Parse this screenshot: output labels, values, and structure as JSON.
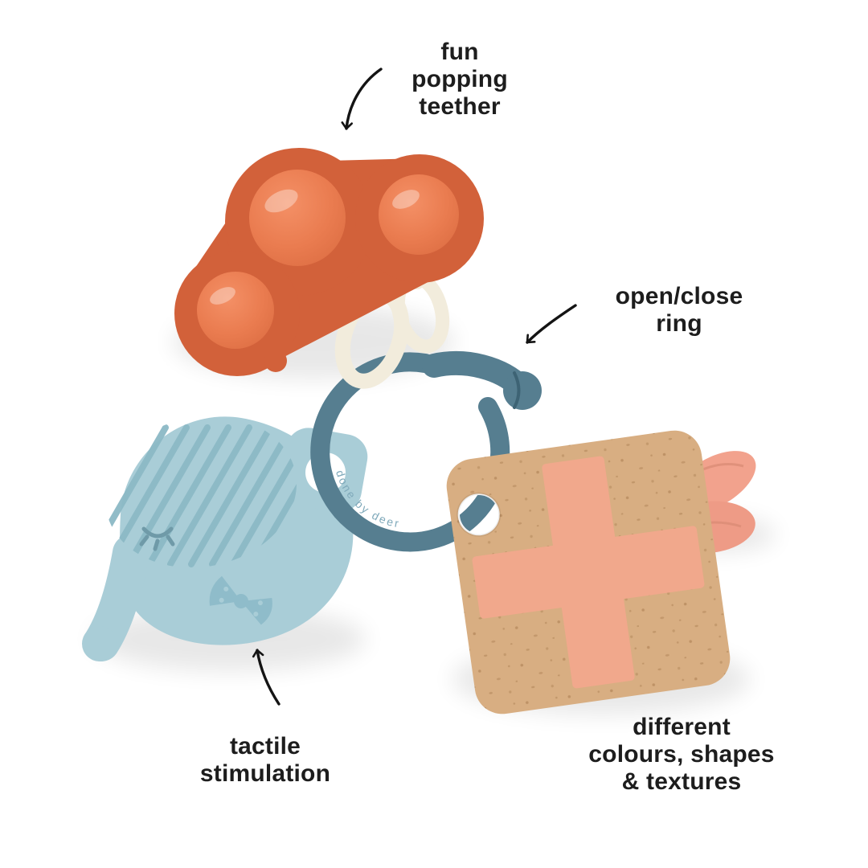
{
  "background_color": "#ffffff",
  "annotations": {
    "popping_teether": {
      "text": "fun\npopping\nteether"
    },
    "open_close_ring": {
      "text": "open/close\nring"
    },
    "tactile_stimulation": {
      "text": "tactile\nstimulation"
    },
    "different_textures": {
      "text": "different\ncolours, shapes\n& textures"
    }
  },
  "product": {
    "brand_embossed_text": "done by deer",
    "parts": [
      {
        "id": "popping-teether",
        "label": "fun popping teether",
        "color": "#d2613a"
      },
      {
        "id": "activity-ring",
        "label": "open/close ring",
        "color": "#567e90"
      },
      {
        "id": "elephant-teether",
        "label": "tactile stimulation",
        "color": "#a9cdd7"
      },
      {
        "id": "wooden-tile",
        "label": "different colours, shapes & textures",
        "color": "#d8ae82"
      },
      {
        "id": "fabric-tag",
        "label": "plush fabric tag",
        "color": "#f2a28d"
      }
    ]
  },
  "colors": {
    "text": "#1d1d1d",
    "arrow": "#141414",
    "teether_body": "#d2613a",
    "teether_dome": "#e8794e",
    "connector_cream": "#f2ecdc",
    "ring_teal": "#567e90",
    "elephant_blue": "#a9cdd7",
    "elephant_detail": "#8cb9c6",
    "wood": "#d8ae82",
    "cross_peach": "#f1a88c",
    "tag_pink": "#f2a28d"
  }
}
